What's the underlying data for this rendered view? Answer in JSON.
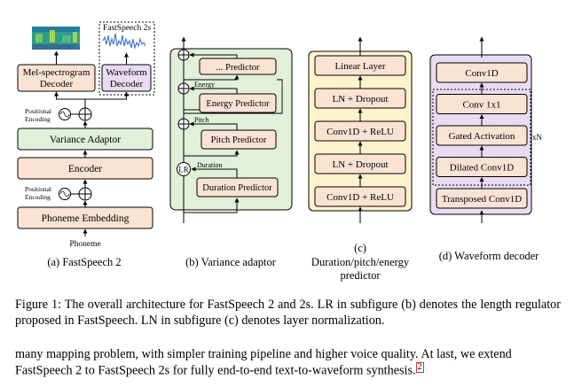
{
  "panel_a": {
    "caption": "(a) FastSpeech 2",
    "tag_2s": "FastSpeech 2s",
    "mel_decoder": [
      "Mel-spectrogram",
      "Decoder"
    ],
    "wave_decoder": [
      "Waveform",
      "Decoder"
    ],
    "pos_enc": [
      "Positional",
      "Encoding"
    ],
    "variance_adaptor": "Variance Adaptor",
    "encoder": "Encoder",
    "phoneme_embedding": "Phoneme Embedding",
    "input": "Phoneme"
  },
  "panel_b": {
    "caption": "(b) Variance adaptor",
    "predictor": "... Predictor",
    "energy_label": "Energy",
    "energy_predictor": "Energy Predictor",
    "pitch_label": "Pitch",
    "pitch_predictor": "Pitch Predictor",
    "lr": "LR",
    "duration_label": "Duration",
    "duration_predictor": "Duration Predictor"
  },
  "panel_c": {
    "caption": [
      "(c)",
      "Duration/pitch/energy",
      "predictor"
    ],
    "layers": [
      "Linear Layer",
      "LN + Dropout",
      "Conv1D + ReLU",
      "LN + Dropout",
      "Conv1D + ReLU"
    ]
  },
  "panel_d": {
    "caption": "(d) Waveform decoder",
    "layers": [
      "Conv1D",
      "Conv 1x1",
      "Gated Activation",
      "Dilated Conv1D",
      "Transposed Conv1D"
    ],
    "repeat": "xN"
  },
  "caption": "Figure 1: The overall architecture for FastSpeech 2 and 2s. LR in subfigure (b) denotes the length regulator proposed in FastSpeech. LN in subfigure (c) denotes layer normalization.",
  "body_text": "many mapping problem, with simpler training pipeline and higher voice quality. At last, we extend FastSpeech 2 to FastSpeech 2s for fully end-to-end text-to-waveform synthesis",
  "footnote_mark": "2",
  "colors": {
    "salmon": "#fbe3d4",
    "green": "#e2efd9",
    "yellow": "#fff2cc",
    "purple": "#e9dcf2"
  }
}
